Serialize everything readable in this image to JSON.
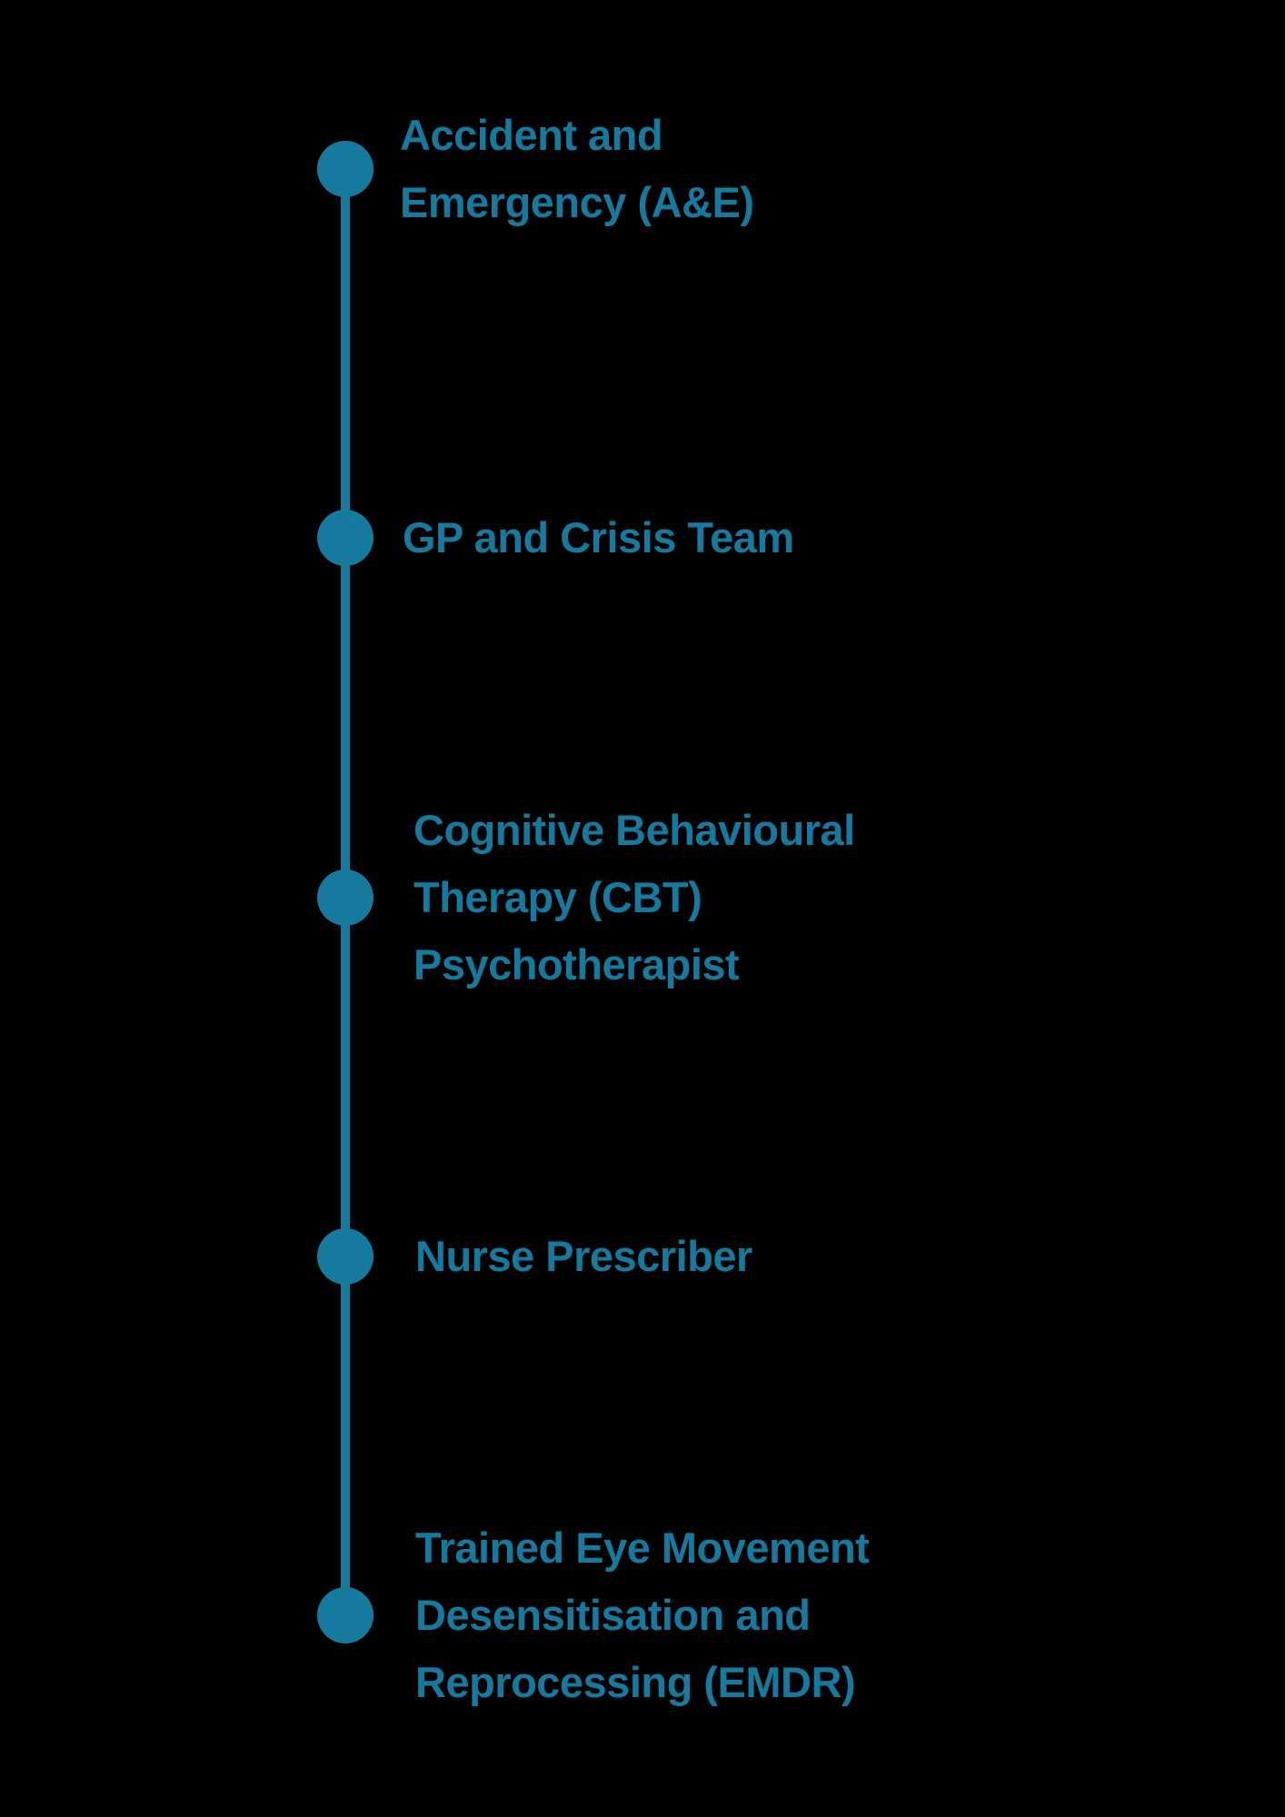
{
  "theme": {
    "background_color": "#000000",
    "accent_color": "#16799E"
  },
  "timeline": {
    "items": [
      {
        "label": "Accident and Emergency (A&E)",
        "lines": [
          "Accident and",
          "Emergency (A&E)"
        ]
      },
      {
        "label": "GP and Crisis Team",
        "lines": [
          "GP and Crisis Team"
        ]
      },
      {
        "label": "Cognitive Behavioural Therapy (CBT) Psychotherapist",
        "lines": [
          "Cognitive Behavioural",
          "Therapy (CBT)",
          "Psychotherapist"
        ]
      },
      {
        "label": "Nurse Prescriber",
        "lines": [
          "Nurse Prescriber"
        ]
      },
      {
        "label": "Trained Eye Movement Desensitisation and Reprocessing (EMDR)",
        "lines": [
          "Trained Eye Movement",
          "Desensitisation and",
          "Reprocessing (EMDR)"
        ]
      }
    ]
  }
}
